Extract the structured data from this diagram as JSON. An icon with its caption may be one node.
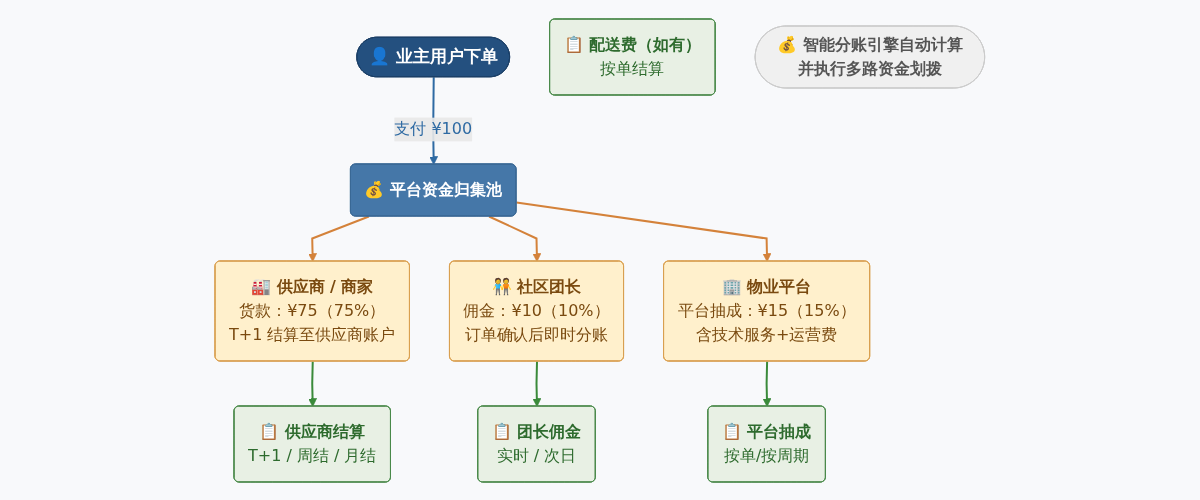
{
  "diagram": {
    "nodes": [
      {
        "text": [
          "👤 业主用户下单"
        ]
      },
      {
        "text": [
          "💰 平台资金归集池"
        ]
      },
      {
        "text": [
          "🏭 供应商 / 商家",
          "货款：¥75（75%）",
          "T+1 结算至供应商账户"
        ]
      },
      {
        "text": [
          "🧑‍🤝‍🧑 社区团长",
          "佣金：¥10（10%）",
          "订单确认后即时分账"
        ]
      },
      {
        "text": [
          "🏢 物业平台",
          "平台抽成：¥15（15%）",
          "含技术服务+运营费"
        ]
      },
      {
        "text": [
          "📋 供应商结算",
          "T+1 / 周结 / 月结"
        ]
      },
      {
        "text": [
          "📋 团长佣金",
          "实时 / 次日"
        ]
      },
      {
        "text": [
          "📋 平台抽成",
          "按单/按周期"
        ]
      },
      {
        "text": [
          "📋 配送费（如有）",
          "按单结算"
        ]
      },
      {
        "text": [
          "💰 智能分账引擎自动计算并执行多路资金划拨"
        ]
      }
    ],
    "edges": [
      {
        "from": 0,
        "to": 1,
        "arrow": "to",
        "label": "支付 ¥100",
        "color": "#2e6aa3"
      },
      {
        "from": 1,
        "to": 2,
        "arrow": "to",
        "color": "#d4823a"
      },
      {
        "from": 1,
        "to": 3,
        "arrow": "to",
        "color": "#d4823a"
      },
      {
        "from": 1,
        "to": 4,
        "arrow": "to",
        "color": "#d4823a"
      },
      {
        "from": 2,
        "to": 5,
        "arrow": "to",
        "color": "#3a8a3a"
      },
      {
        "from": 3,
        "to": 6,
        "arrow": "to",
        "color": "#3a8a3a"
      },
      {
        "from": 4,
        "to": 7,
        "arrow": "to",
        "color": "#3a8a3a"
      }
    ]
  }
}
